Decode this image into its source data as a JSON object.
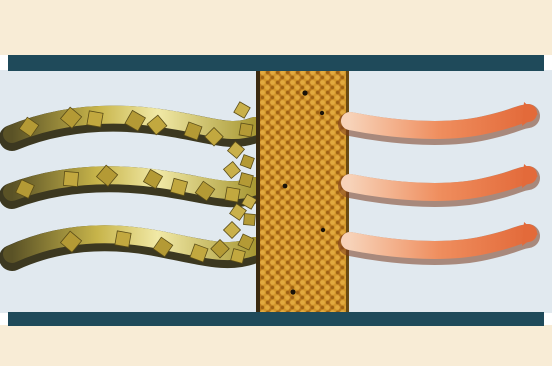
{
  "diagram": {
    "kind": "filtration-illustration",
    "colors": {
      "outer_background": "#f8ecd6",
      "pipe_interior": "#e1e9ef",
      "pipe_wall": "#1f4a5a",
      "filter_medium": "#c8891e",
      "filter_dots": "#1a1208",
      "particle": "#b49a35",
      "inflow_stream": "#c8b64a",
      "outflow_stream": "#ec8a5c"
    },
    "inflow_streams": 3,
    "outflow_streams": 3,
    "particles_per_stream": [
      7,
      7,
      6
    ],
    "flow_direction": "left-to-right"
  }
}
